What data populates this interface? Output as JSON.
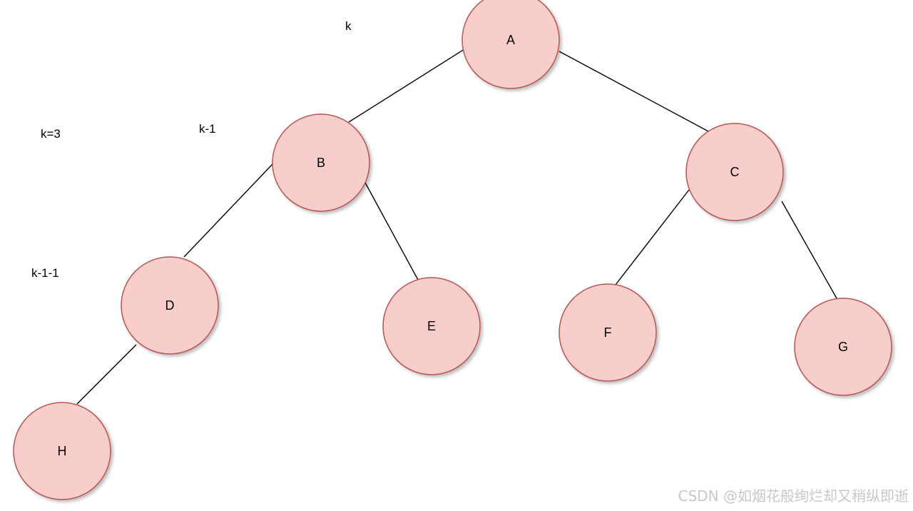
{
  "diagram": {
    "node_style": {
      "fill": "#f8cecc",
      "stroke": "#b85450"
    },
    "nodes": [
      {
        "id": "A",
        "label": "A"
      },
      {
        "id": "B",
        "label": "B"
      },
      {
        "id": "C",
        "label": "C"
      },
      {
        "id": "D",
        "label": "D"
      },
      {
        "id": "E",
        "label": "E"
      },
      {
        "id": "F",
        "label": "F"
      },
      {
        "id": "G",
        "label": "G"
      },
      {
        "id": "H",
        "label": "H"
      }
    ],
    "edges": [
      {
        "from": "A",
        "to": "B"
      },
      {
        "from": "A",
        "to": "C"
      },
      {
        "from": "B",
        "to": "D"
      },
      {
        "from": "B",
        "to": "E"
      },
      {
        "from": "C",
        "to": "F"
      },
      {
        "from": "C",
        "to": "G"
      },
      {
        "from": "D",
        "to": "H"
      }
    ],
    "annotations": {
      "k": "k",
      "k_eq_3": "k=3",
      "k_minus_1": "k-1",
      "k_minus_1_minus_1": "k-1-1"
    }
  },
  "watermark": "CSDN @如烟花般绚烂却又稍纵即逝"
}
